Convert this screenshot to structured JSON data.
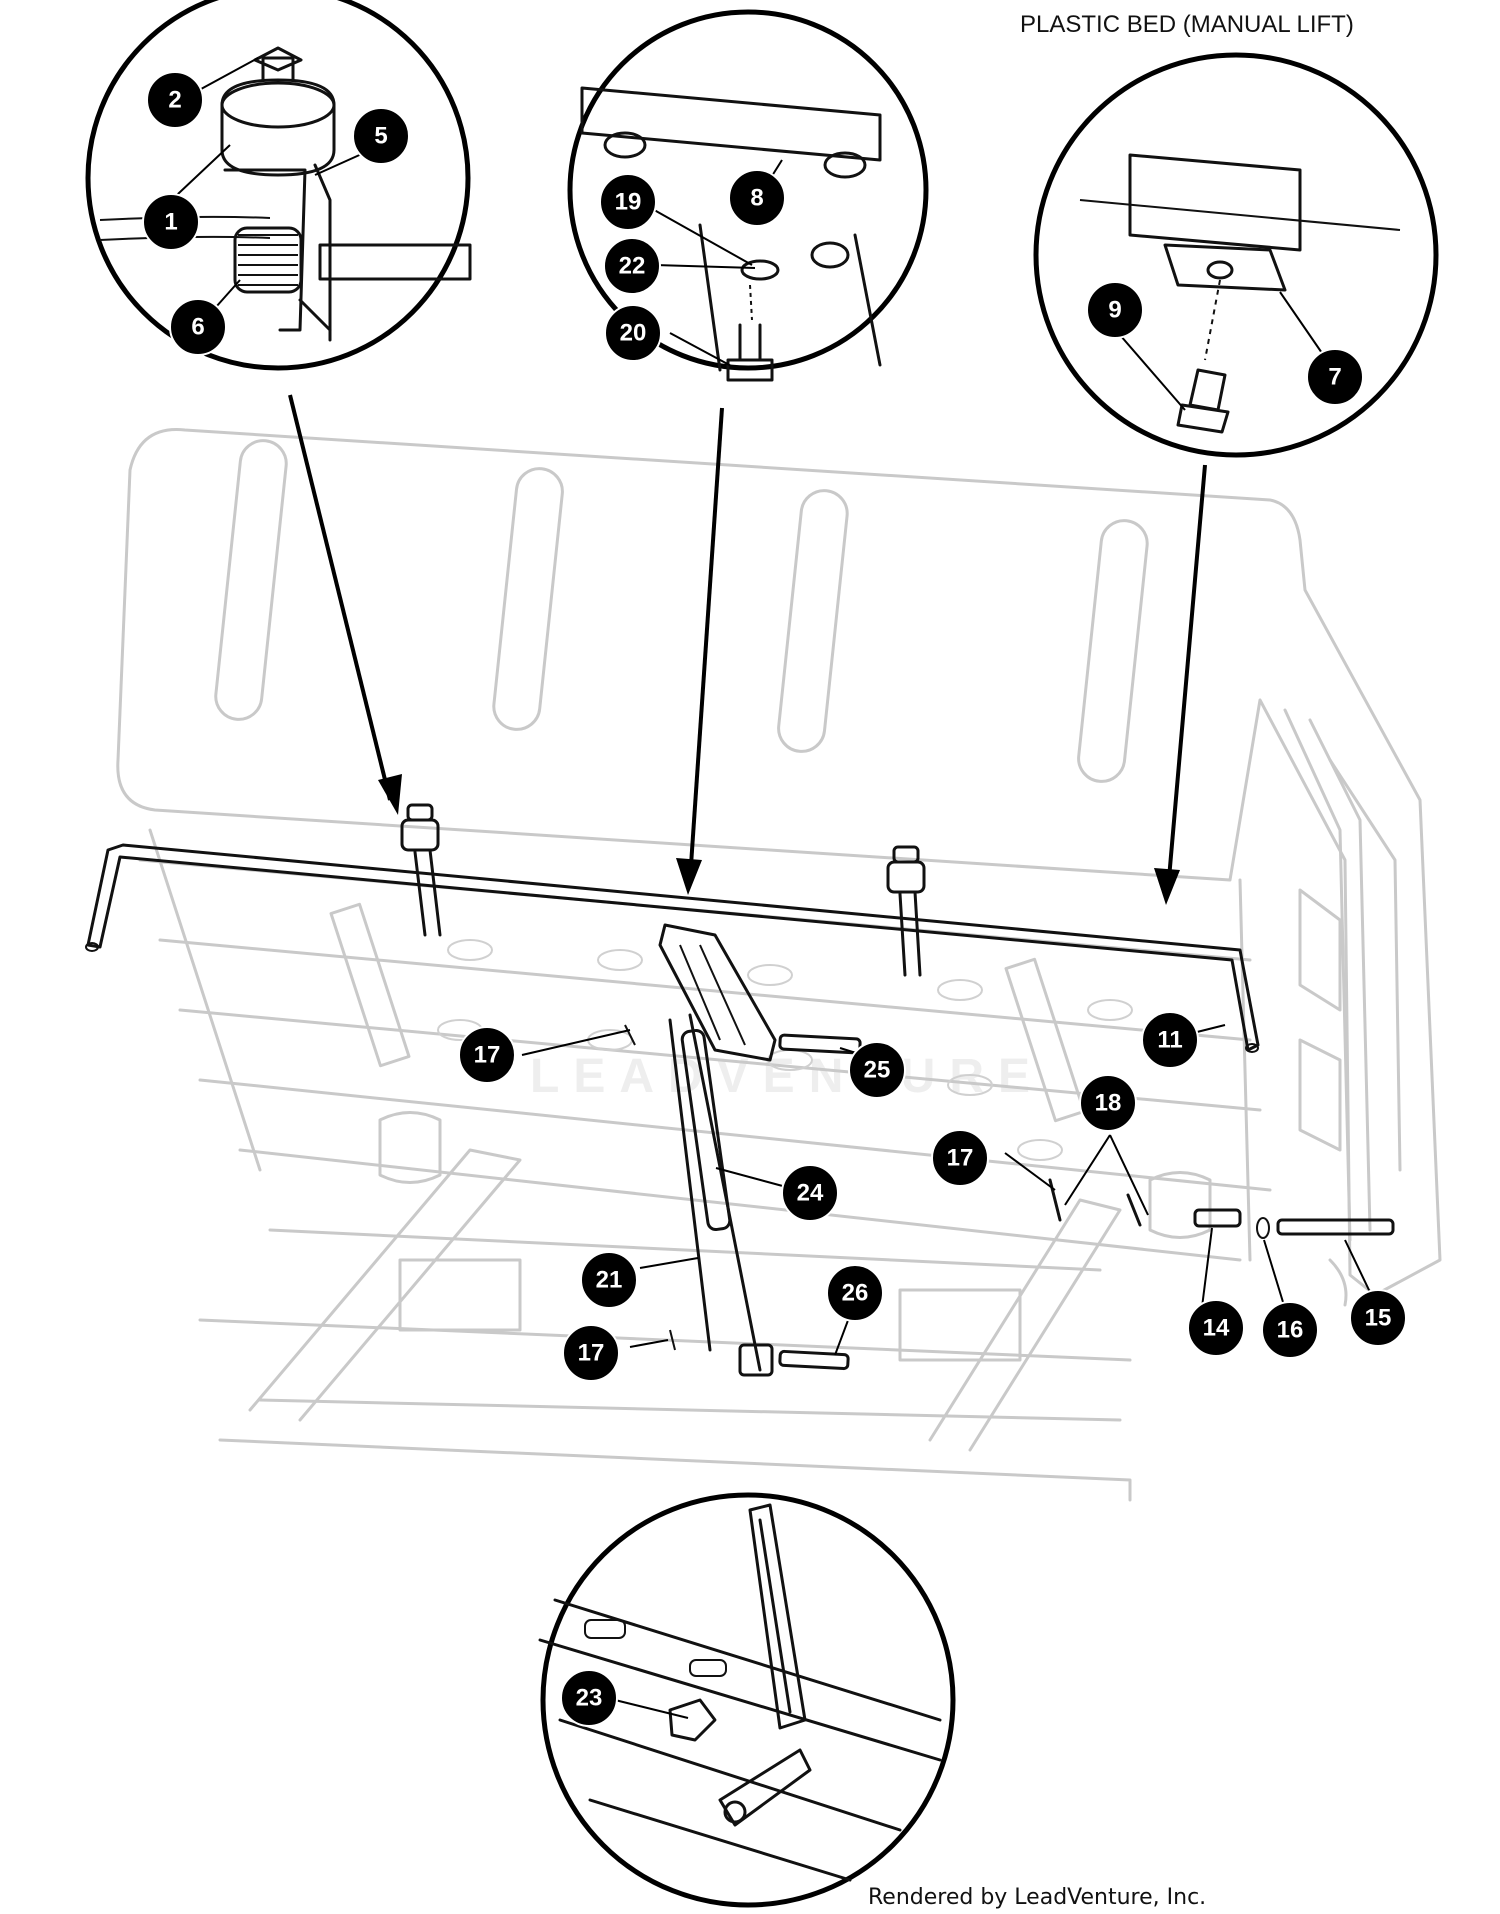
{
  "title": "PLASTIC BED (MANUAL LIFT)",
  "credit": "Rendered by LeadVenture, Inc.",
  "watermark": "LEADVENTURE",
  "detail_views": [
    {
      "name": "detail-view-bumper-spring",
      "callouts": [
        "1",
        "2",
        "5",
        "6"
      ]
    },
    {
      "name": "detail-view-bracket-bolt",
      "callouts": [
        "8",
        "19",
        "20",
        "22"
      ]
    },
    {
      "name": "detail-view-plate-screw",
      "callouts": [
        "7",
        "9"
      ]
    },
    {
      "name": "detail-view-latch",
      "callouts": [
        "23"
      ]
    }
  ],
  "callouts": [
    "1",
    "2",
    "5",
    "6",
    "7",
    "8",
    "9",
    "11",
    "14",
    "15",
    "16",
    "17",
    "17",
    "17",
    "18",
    "19",
    "20",
    "21",
    "22",
    "23",
    "24",
    "25",
    "26"
  ]
}
